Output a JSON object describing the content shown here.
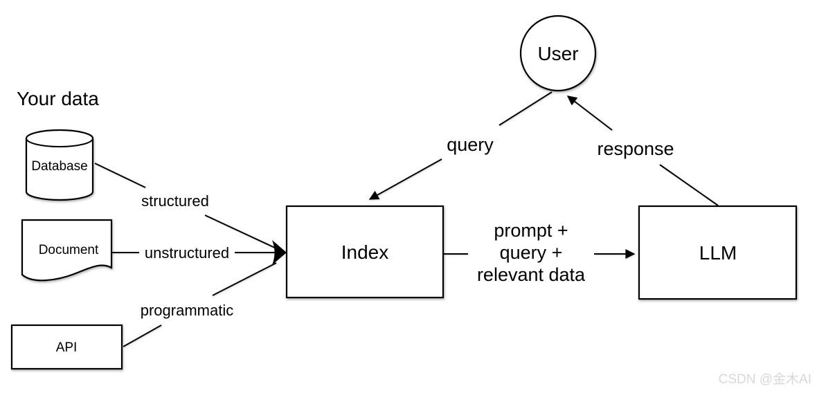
{
  "diagram": {
    "section_title": "Your data",
    "nodes": {
      "database": "Database",
      "document": "Document",
      "api": "API",
      "index": "Index",
      "llm": "LLM",
      "user": "User"
    },
    "edge_labels": {
      "structured": "structured",
      "unstructured": "unstructured",
      "programmatic": "programmatic",
      "query": "query",
      "response": "response",
      "prompt_lines": [
        "prompt +",
        "query +",
        "relevant data"
      ]
    },
    "colors": {
      "line": "#000000",
      "shape_fill": "#ffffff",
      "text": "#000000",
      "watermark": "#d8d8d8"
    },
    "watermark": "CSDN @金木AI"
  }
}
